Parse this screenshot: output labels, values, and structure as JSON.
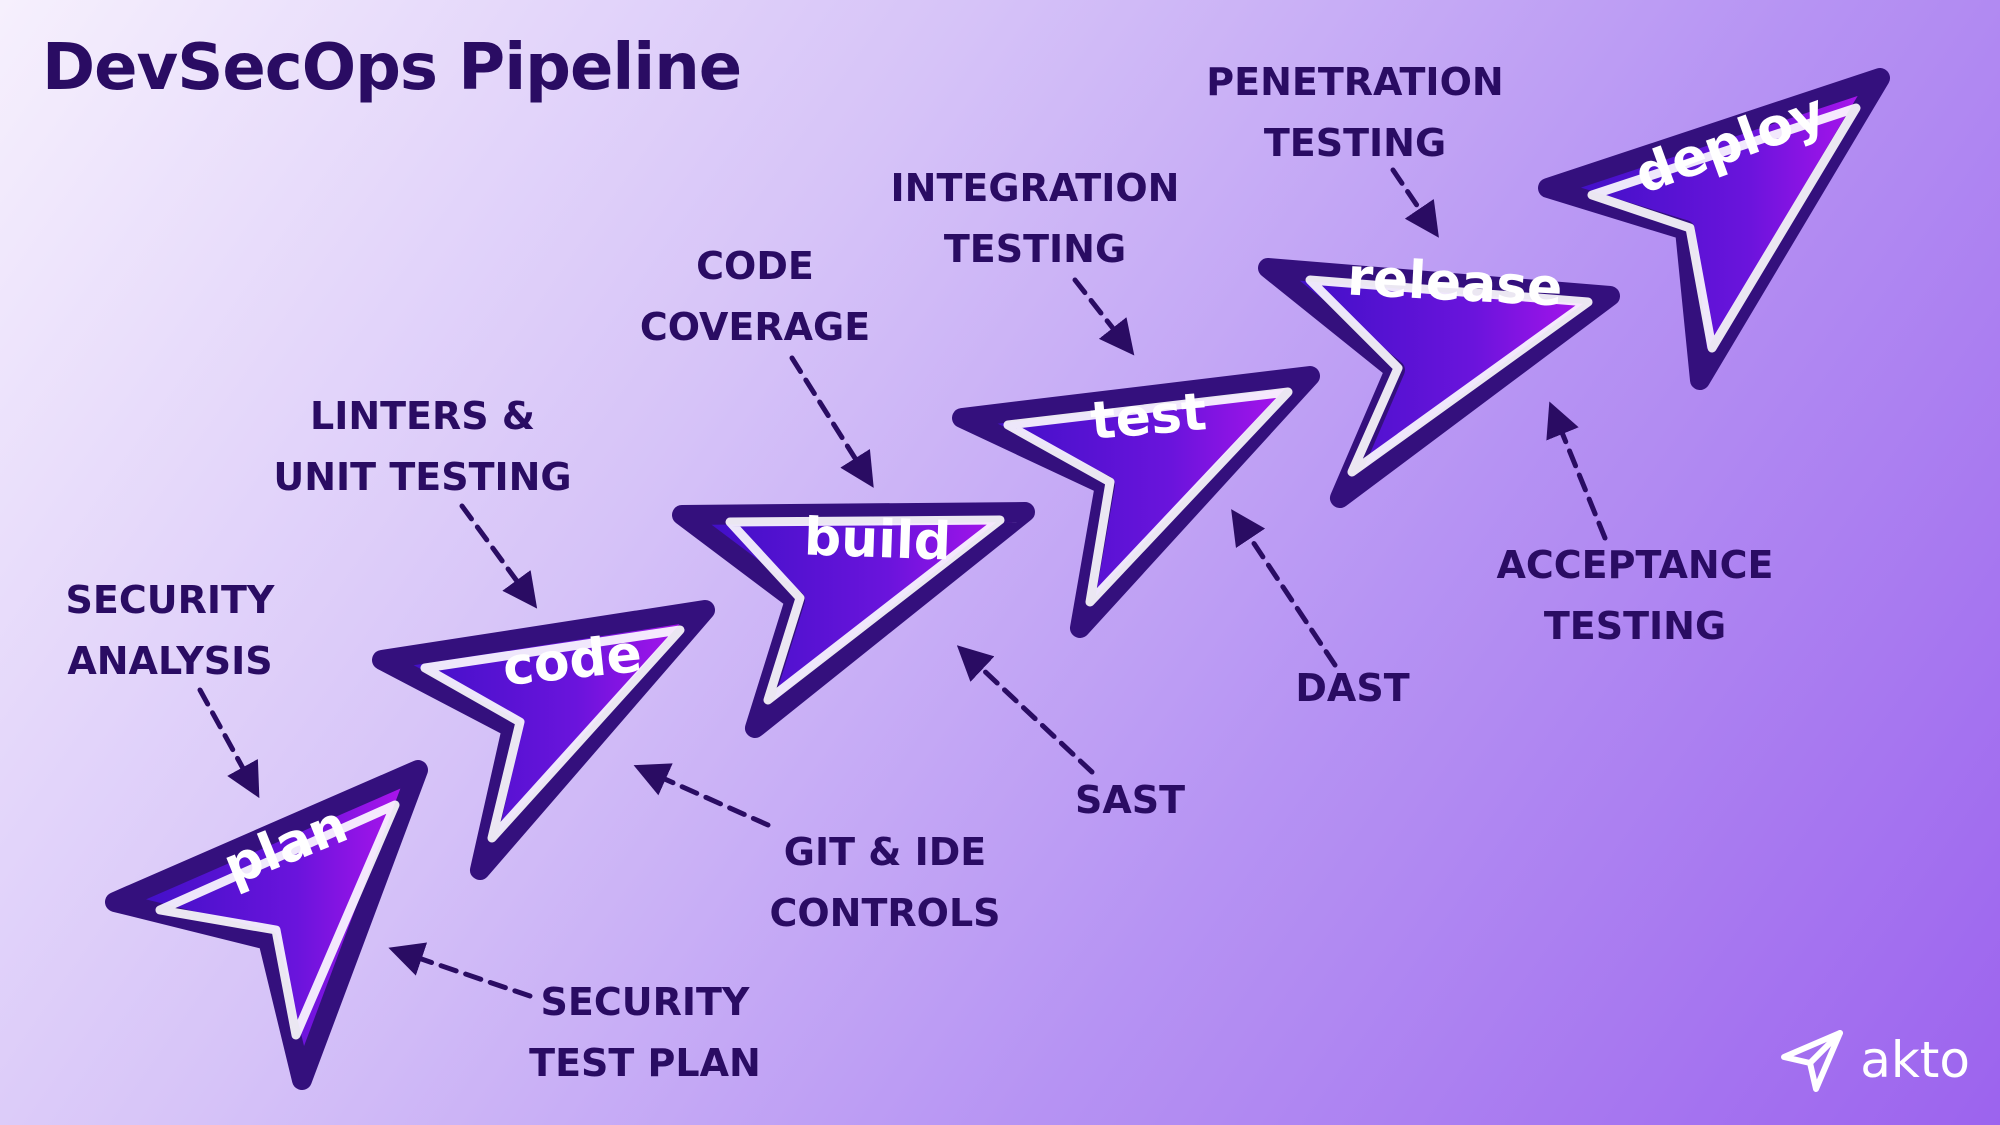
{
  "title": "DevSecOps Pipeline",
  "stages": [
    {
      "label": "plan"
    },
    {
      "label": "code"
    },
    {
      "label": "build"
    },
    {
      "label": "test"
    },
    {
      "label": "release"
    },
    {
      "label": "deploy"
    }
  ],
  "annotations": {
    "security_analysis": [
      "SECURITY",
      "ANALYSIS"
    ],
    "security_test_plan": [
      "SECURITY",
      "TEST PLAN"
    ],
    "linters": [
      "LINTERS &",
      "UNIT TESTING"
    ],
    "git_ide": [
      "GIT & IDE",
      "CONTROLS"
    ],
    "code_coverage": [
      "CODE",
      "COVERAGE"
    ],
    "sast": [
      "SAST"
    ],
    "integration_testing": [
      "INTEGRATION",
      "TESTING"
    ],
    "dast": [
      "DAST"
    ],
    "penetration_testing": [
      "PENETRATION",
      "TESTING"
    ],
    "acceptance_testing": [
      "ACCEPTANCE",
      "TESTING"
    ]
  },
  "brand": {
    "name": "akto",
    "icon": "paper-plane-icon"
  },
  "colors": {
    "title": "#2a0c63",
    "annotation": "#2a0c63",
    "arrow_gradient_start": "#3b0fc4",
    "arrow_gradient_end": "#b414ee",
    "outline": "#34107d"
  }
}
